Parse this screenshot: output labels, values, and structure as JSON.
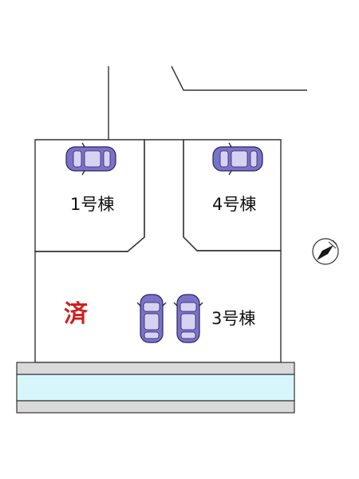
{
  "lots": [
    {
      "id": "lot-1",
      "label": "1号棟"
    },
    {
      "id": "lot-4",
      "label": "4号棟"
    },
    {
      "id": "lot-3",
      "label": "3号棟"
    }
  ],
  "sold_mark": {
    "label": "済",
    "color": "#cc1f1f"
  },
  "colors": {
    "car_body": "#7b72c8",
    "car_window": "#d6d3f2",
    "road_band": "#d9d9d9",
    "water_band": "#d6f6fb",
    "outline": "#333333"
  },
  "compass": {
    "icon": "compass-north-arrow-icon"
  }
}
